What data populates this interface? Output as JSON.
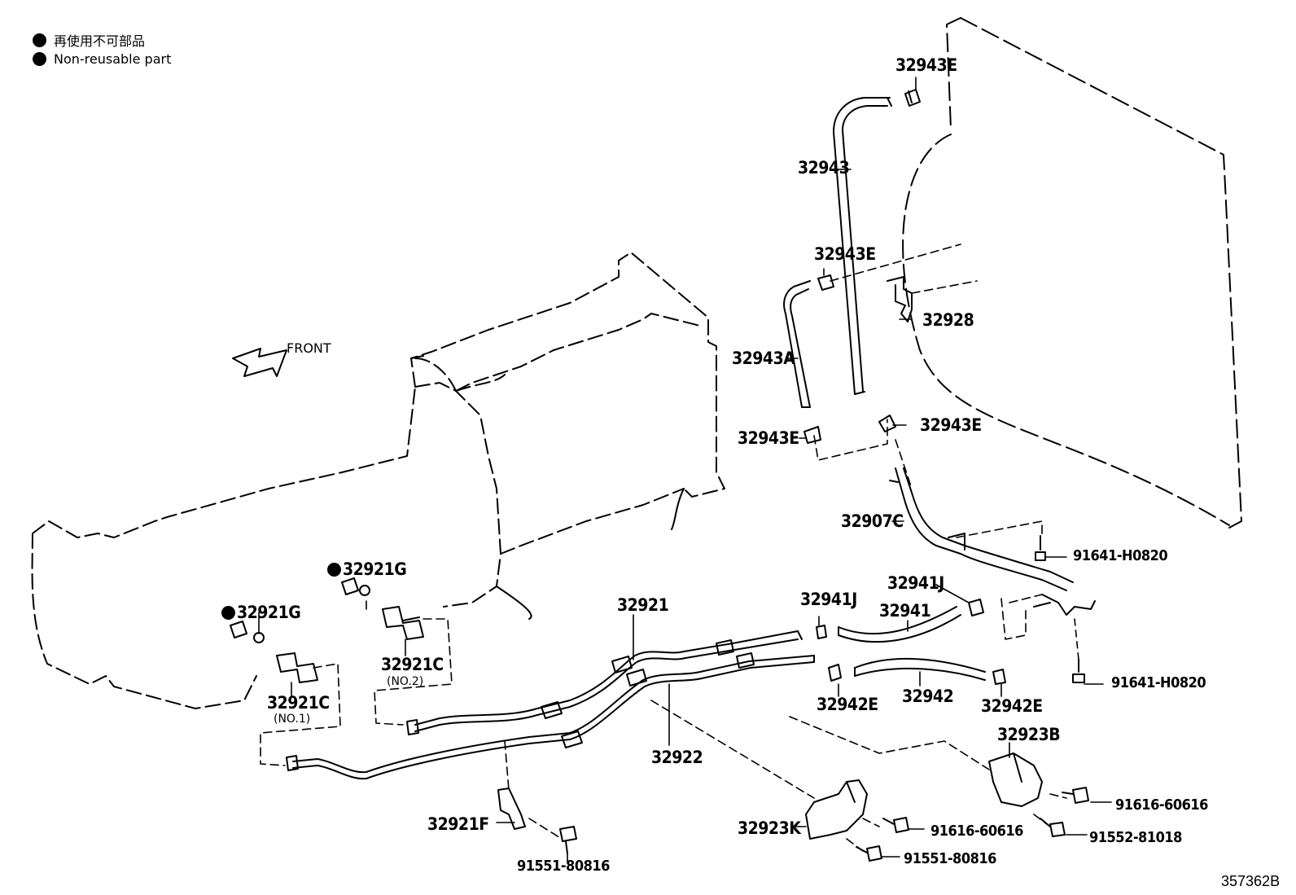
{
  "legend": [
    {
      "text": "再使用不可部品"
    },
    {
      "text": "Non-reusable part"
    }
  ],
  "front_label": "FRONT",
  "ref_number": "357362B",
  "labels": {
    "p32943E_top": "32943E",
    "p32943": "32943",
    "p32943E_mid": "32943E",
    "p32928": "32928",
    "p32943A": "32943A",
    "p32943E_left": "32943E",
    "p32943E_right": "32943E",
    "p32907C": "32907C",
    "p91641_top": "91641-H0820",
    "p32941J_left": "32941J",
    "p32941J_right": "32941J",
    "p32941": "32941",
    "p91641_bot": "91641-H0820",
    "p32921G_a": "32921G",
    "p32921G_b": "32921G",
    "p32921C_no2": "32921C",
    "p32921C_no2_sub": "(NO.2)",
    "p32921C_no1": "32921C",
    "p32921C_no1_sub": "(NO.1)",
    "p32921": "32921",
    "p32922": "32922",
    "p32942E_left": "32942E",
    "p32942": "32942",
    "p32942E_right": "32942E",
    "p32923B": "32923B",
    "p91616_right": "91616-60616",
    "p91552": "91552-81018",
    "p32921F": "32921F",
    "p91551_left": "91551-80816",
    "p32923K": "32923K",
    "p91616_mid": "91616-60616",
    "p91551_mid": "91551-80816"
  }
}
